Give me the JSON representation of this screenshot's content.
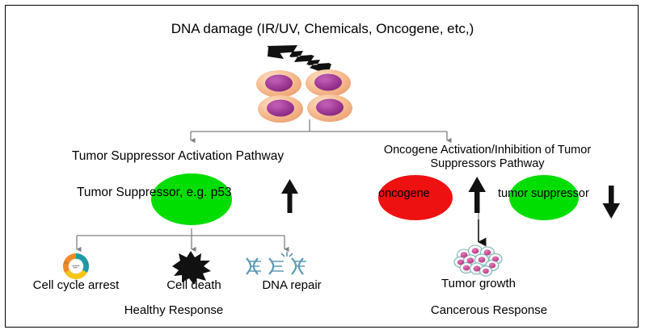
{
  "figure": {
    "title": "DNA damage (IR/UV, Chemicals, Oncogene, etc,)",
    "background_color": "#ffffff",
    "border_color": "#000000"
  },
  "stimulus": {
    "icon": "lightning-bolt-icon",
    "color": "#000000",
    "damaged_cells": {
      "icon": "damaged-cell-cluster-icon",
      "count": 4,
      "membrane_color": "#f5b183",
      "nucleus_color": "#9e3a96"
    }
  },
  "pathways": {
    "left": {
      "name": "Tumor Suppressor Activation Pathway",
      "node": {
        "label": "Tumor Suppressor, e.g. p53",
        "shape_color": "#00dd00",
        "regulation_arrow": "up-arrow-icon",
        "regulation": "up"
      },
      "outcomes": [
        {
          "label": "Cell cycle arrest",
          "icon": "cell-cycle-donut-icon",
          "segment_colors": [
            "#ef8a2b",
            "#1f9aa8",
            "#f5c518"
          ]
        },
        {
          "label": "Cell death",
          "icon": "cell-death-burst-icon",
          "color": "#000000"
        },
        {
          "label": "DNA repair",
          "icon": "dna-helix-icon",
          "color": "#5b9ab5"
        }
      ],
      "summary": "Healthy Response"
    },
    "right": {
      "name": "Oncogene Activation/Inhibition of Tumor Suppressors Pathway",
      "nodes": [
        {
          "label": "oncogene",
          "shape_color": "#ee1111",
          "regulation_arrow": "up-arrow-icon",
          "regulation": "up"
        },
        {
          "label": "tumor suppressor",
          "shape_color": "#00dd00",
          "regulation_arrow": "down-arrow-icon",
          "regulation": "down"
        }
      ],
      "outcomes": [
        {
          "label": "Tumor growth",
          "icon": "tumor-mass-icon",
          "cell_fill": "#e8eeee",
          "nucleus_color": "#c9509a",
          "outline_color": "#7fb5b5"
        }
      ],
      "summary": "Cancerous Response"
    }
  },
  "connectors": {
    "split_color": "#808080",
    "arrow_color": "#000000"
  }
}
